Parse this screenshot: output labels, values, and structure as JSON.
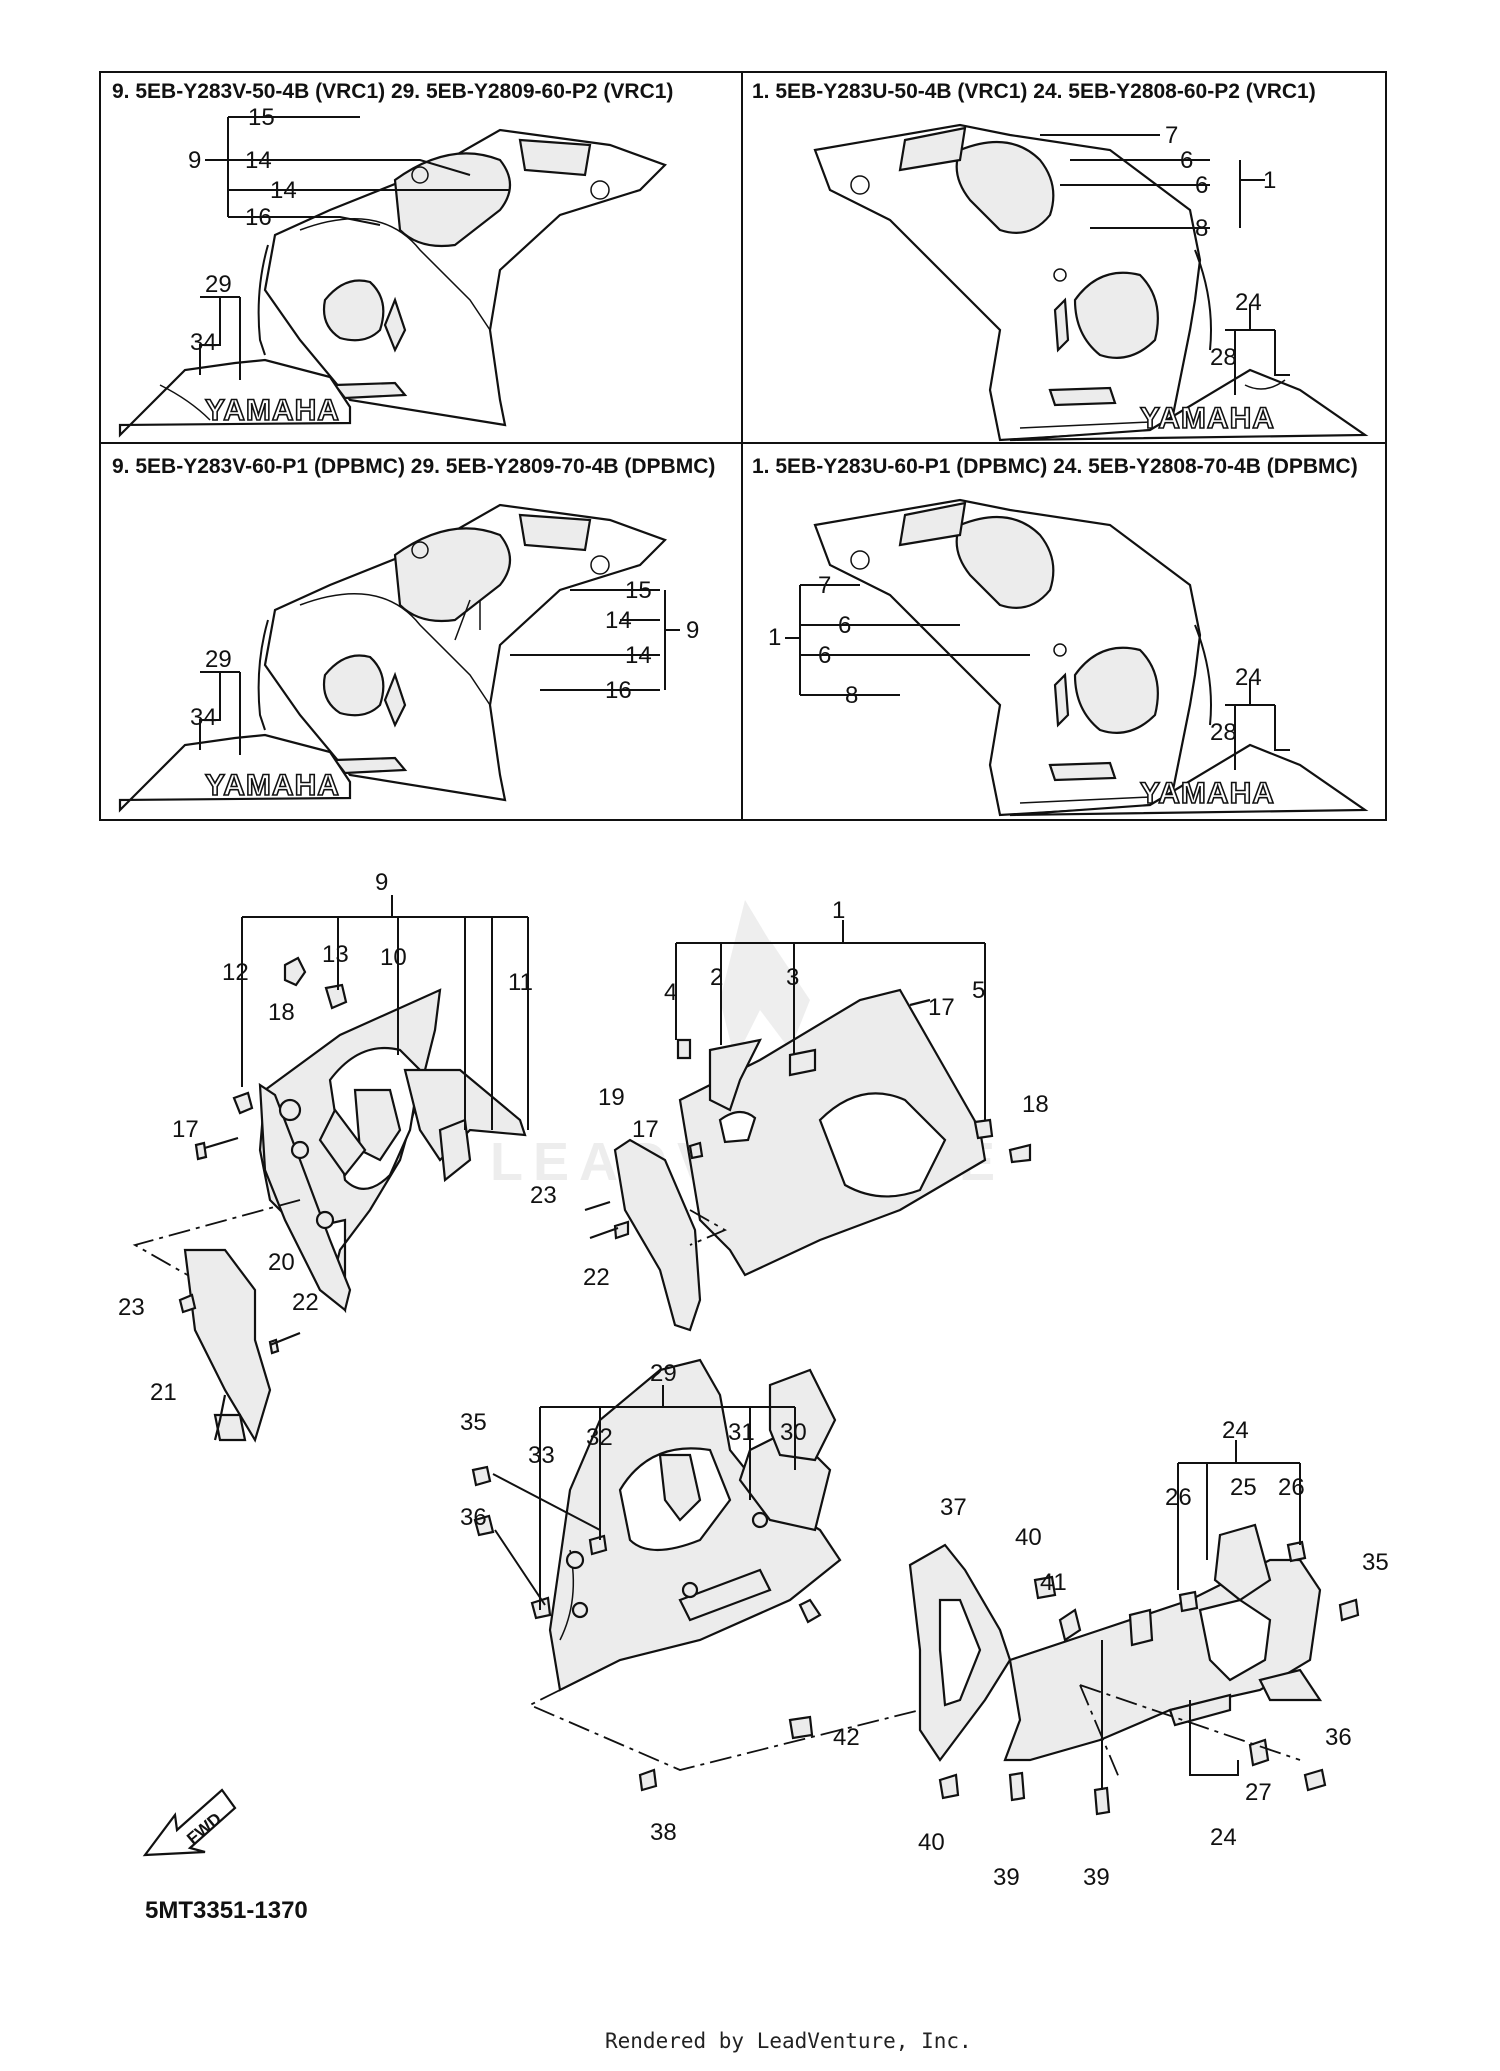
{
  "panels": [
    {
      "header": "9. 5EB-Y283V-50-4B (VRC1)  29. 5EB-Y2809-60-P2 (VRC1)"
    },
    {
      "header": "1. 5EB-Y283U-50-4B (VRC1)  24. 5EB-Y2808-60-P2 (VRC1)"
    },
    {
      "header": "9. 5EB-Y283V-60-P1 (DPBMC)  29. 5EB-Y2809-70-4B (DPBMC)"
    },
    {
      "header": "1. 5EB-Y283U-60-P1 (DPBMC)  24. 5EB-Y2808-70-4B (DPBMC)"
    }
  ],
  "logo_text": "YAMAHA",
  "watermark": "LEADVENTURE",
  "fwd_label": "FWD",
  "diagram_code": "5MT3351-1370",
  "footer": "Rendered by LeadVenture, Inc.",
  "callouts": {
    "p1": {
      "c15": "15",
      "c9": "9",
      "c14a": "14",
      "c14b": "14",
      "c16": "16",
      "c29": "29",
      "c34": "34"
    },
    "p2": {
      "c7": "7",
      "c6a": "6",
      "c6b": "6",
      "c1": "1",
      "c8": "8",
      "c24": "24",
      "c28": "28"
    },
    "p3": {
      "c15": "15",
      "c14a": "14",
      "c9": "9",
      "c14b": "14",
      "c16": "16",
      "c29": "29",
      "c34": "34"
    },
    "p4": {
      "c7": "7",
      "c1": "1",
      "c6a": "6",
      "c6b": "6",
      "c8": "8",
      "c24": "24",
      "c28": "28"
    },
    "left_assy": {
      "c9": "9",
      "c12": "12",
      "c13": "13",
      "c10": "10",
      "c11": "11",
      "c18": "18",
      "c17": "17",
      "c20": "20",
      "c23": "23",
      "c22": "22",
      "c21": "21"
    },
    "right_assy": {
      "c1": "1",
      "c4": "4",
      "c2": "2",
      "c3": "3",
      "c5": "5",
      "c17a": "17",
      "c18": "18",
      "c19": "19",
      "c17b": "17",
      "c23": "23",
      "c22": "22"
    },
    "lower_left": {
      "c29": "29",
      "c35": "35",
      "c33": "33",
      "c32": "32",
      "c31": "31",
      "c30": "30",
      "c36": "36",
      "c42": "42",
      "c38": "38"
    },
    "lower_right": {
      "c24a": "24",
      "c26a": "26",
      "c25": "25",
      "c26b": "26",
      "c37": "37",
      "c40a": "40",
      "c41": "41",
      "c35": "35",
      "c36": "36",
      "c27": "27",
      "c24b": "24",
      "c40b": "40",
      "c39a": "39",
      "c39b": "39"
    }
  }
}
